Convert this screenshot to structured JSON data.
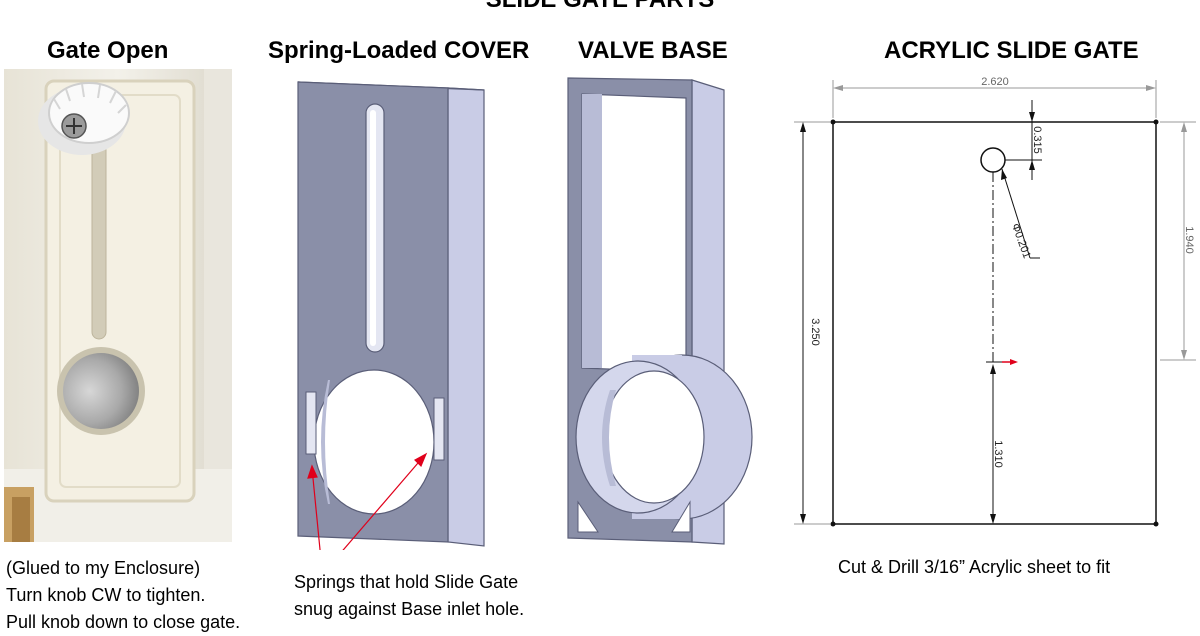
{
  "title": "SLIDE GATE PARTS",
  "panels": {
    "photo": {
      "heading": "Gate Open",
      "caption_lines": [
        "(Glued to my Enclosure)",
        "Turn knob CW to tighten.",
        "Pull knob down to close gate."
      ]
    },
    "cover": {
      "heading": "Spring-Loaded COVER",
      "caption_lines": [
        "Springs that hold Slide Gate",
        "snug against Base inlet hole."
      ]
    },
    "base": {
      "heading": "VALVE BASE"
    },
    "gate": {
      "heading": "ACRYLIC SLIDE GATE",
      "caption": "Cut & Drill 3/16” Acrylic sheet to fit",
      "dimensions": {
        "width": "2.620",
        "height": "3.250",
        "hole_offset": "0.315",
        "hole_diameter": "Φ0.201",
        "right_height": "1.940",
        "lower_height": "1.310"
      }
    }
  },
  "colors": {
    "part_face": "#8a8fa8",
    "part_side": "#c9cce6",
    "arrow": "#e0001b"
  }
}
